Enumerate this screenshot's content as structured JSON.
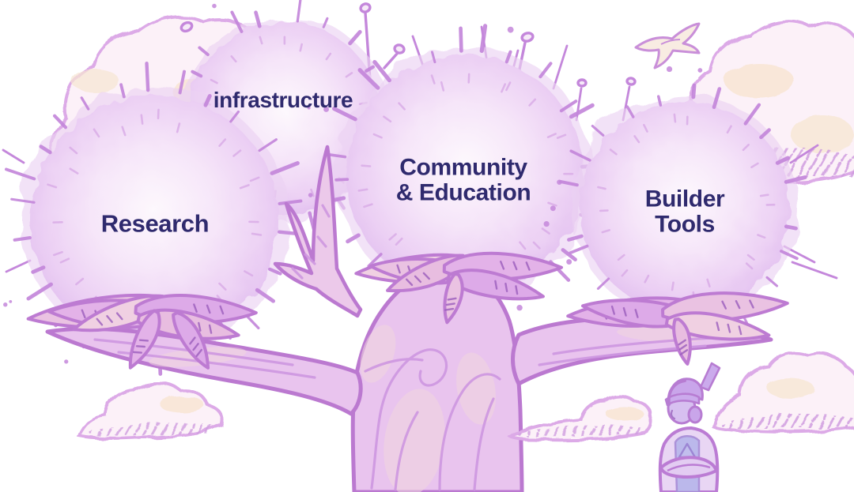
{
  "tree": {
    "labels": {
      "research": "Research",
      "infrastructure": "infrastructure",
      "community": "Community\n& Education",
      "builder": "Builder\nTools"
    }
  },
  "colors": {
    "label_text": "#2f2a6e",
    "bloom_center": "#fdf8fd",
    "bloom_edge": "#dfbbee",
    "bloom_spike": "#c487db",
    "bloom_inner_fuzz": "#d9abe7",
    "outline": "#bb79d0",
    "trunk_fill": "#e9c4ee",
    "trunk_grain": "#ce97e0",
    "leaf_outline": "#bd7bd2",
    "leaf_tick": "#9b5ebd",
    "cloud_fill": "#fcf1f8",
    "cloud_outline": "#dcaae7",
    "cloud_shade": "#f7e5d1",
    "cloud_hatch": "#cf9cdf",
    "bird_fill": "#f8ece2",
    "figure_skin": "#d7c0f0",
    "figure_vest": "#b9b7eb",
    "figure_shirt": "#e9d6f4"
  }
}
